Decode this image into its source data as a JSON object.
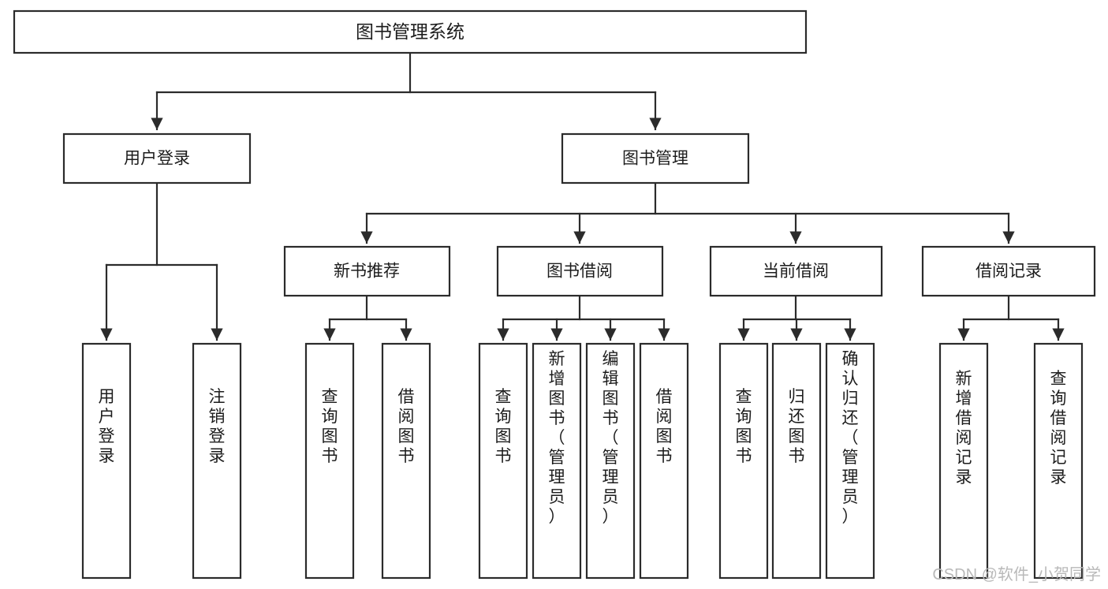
{
  "diagram": {
    "title": "图书管理系统",
    "type": "tree-hierarchy-flowchart",
    "root": {
      "label": "图书管理系统"
    },
    "level2": [
      {
        "label": "用户登录"
      },
      {
        "label": "图书管理"
      }
    ],
    "level3": [
      {
        "label": "新书推荐"
      },
      {
        "label": "图书借阅"
      },
      {
        "label": "当前借阅"
      },
      {
        "label": "借阅记录"
      }
    ],
    "leaves": {
      "user_login": [
        {
          "label": "用户登录"
        },
        {
          "label": "注销登录"
        }
      ],
      "new_book_recommend": [
        {
          "label": "查询图书"
        },
        {
          "label": "借阅图书"
        }
      ],
      "book_borrow": [
        {
          "label": "查询图书"
        },
        {
          "label": "新增图书（管理员）"
        },
        {
          "label": "编辑图书（管理员）"
        },
        {
          "label": "借阅图书"
        }
      ],
      "current_borrow": [
        {
          "label": "查询图书"
        },
        {
          "label": "归还图书"
        },
        {
          "label": "确认归还（管理员）"
        }
      ],
      "borrow_record": [
        {
          "label": "新增借阅记录"
        },
        {
          "label": "查询借阅记录"
        }
      ]
    }
  },
  "watermark": {
    "text": "CSDN @软件_小贺同学"
  },
  "colors": {
    "background": "#ffffff",
    "stroke": "#2b2b2b",
    "text": "#1c1c1c",
    "watermark": "#b9b9b9"
  }
}
